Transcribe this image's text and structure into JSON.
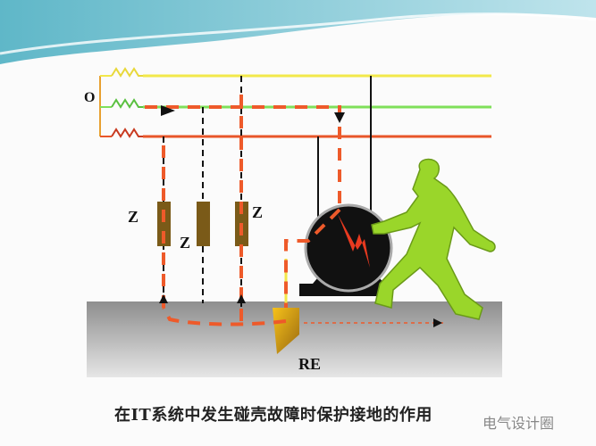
{
  "diagram": {
    "neutral_label": "O",
    "impedance_labels": [
      "Z",
      "Z",
      "Z"
    ],
    "earth_electrode_label": "RE",
    "caption": "在IT系统中发生碰壳故障时保护接地的作用",
    "watermark": "电气设计圈",
    "colors": {
      "phase_yellow": "#f2e84a",
      "phase_green": "#7fe05a",
      "phase_red": "#e8562a",
      "fault_path": "#ee5a2a",
      "person": "#9ad62a",
      "ground": "#9a9a9a",
      "impedance": "#7a5a18"
    }
  }
}
